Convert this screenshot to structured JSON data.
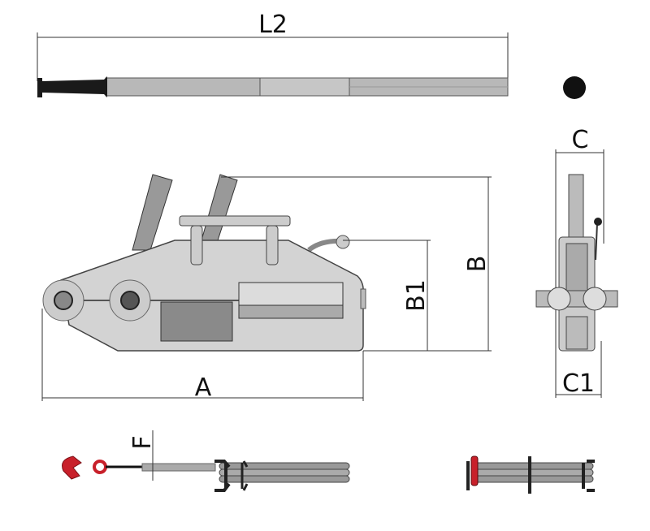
{
  "title": "Manual wire rope winch dimension drawing",
  "labels": {
    "handle_length": "L2",
    "width_top": "C",
    "height_total": "B",
    "height_body": "B1",
    "width_bottom": "C1",
    "length": "A",
    "rope_diameter": "F"
  },
  "colors": {
    "hook": "#c8202a",
    "body": "#d3d3d3",
    "handle_grip": "#1a1a1a"
  }
}
